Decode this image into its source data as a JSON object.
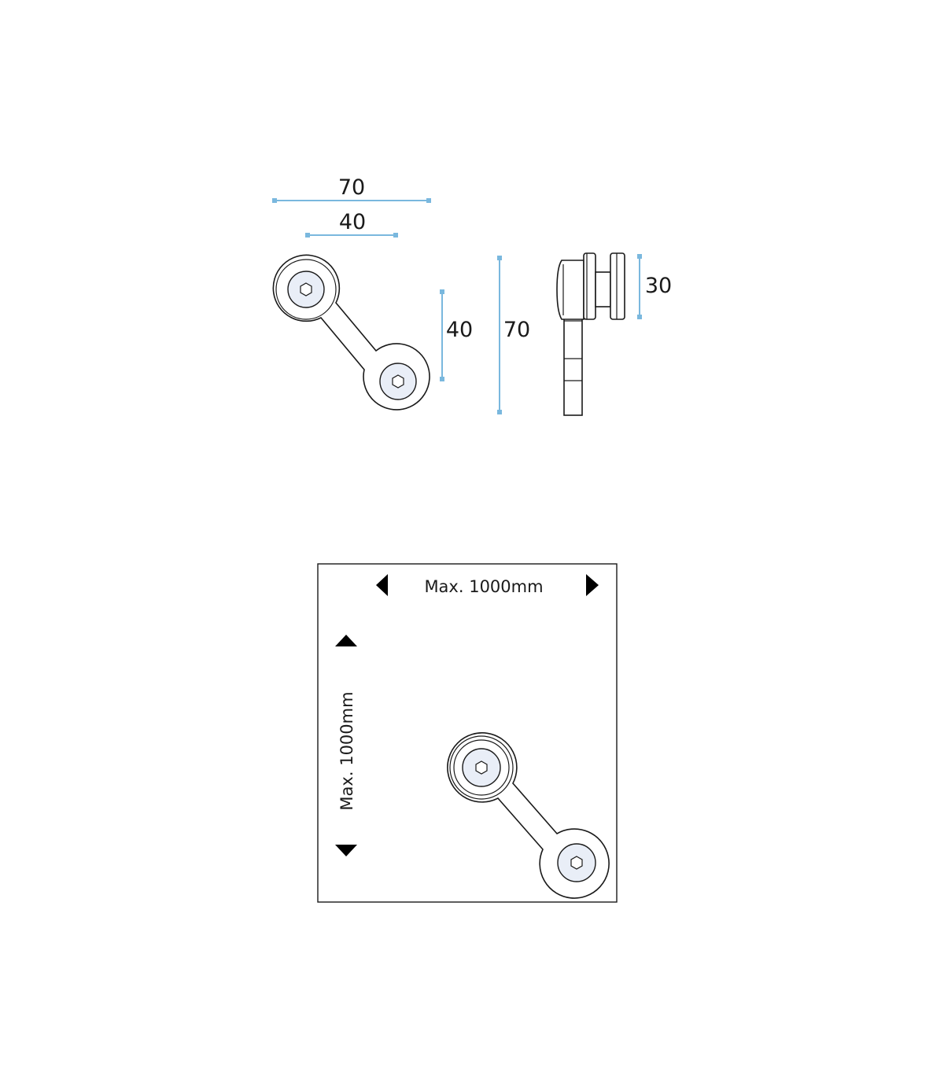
{
  "dimensions": {
    "top_width_overall": "70",
    "top_width_centers": "40",
    "vertical_centers": "40",
    "vertical_overall": "70",
    "side_thickness": "30"
  },
  "panel": {
    "horizontal_limit": "Max. 1000mm",
    "vertical_limit": "Max. 1000mm"
  },
  "colors": {
    "dimension_line": "#7ab8de",
    "cap_fill": "#e9eef7",
    "outline": "#1a1a1a"
  }
}
